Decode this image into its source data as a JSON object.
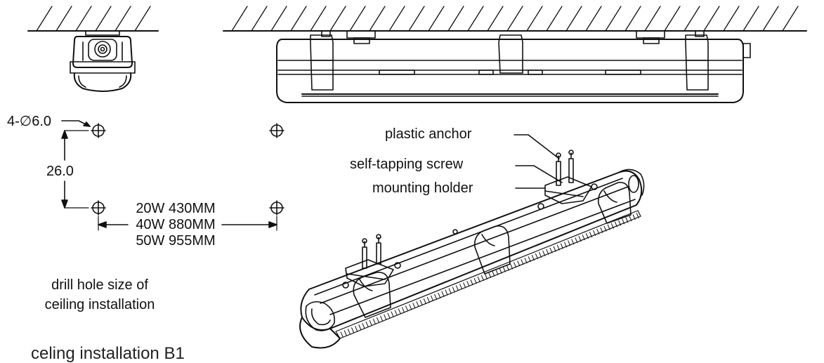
{
  "diagram": {
    "dims": {
      "hole_spec": "4-∅6.0",
      "vertical": "26.0",
      "spacing": [
        "20W 430MM",
        "40W 880MM",
        "50W 955MM"
      ]
    },
    "caption": [
      "drill hole size of",
      "ceiling installation"
    ],
    "parts": {
      "anchor": "plastic anchor",
      "screw": "self-tapping screw",
      "holder": "mounting holder"
    },
    "partial_title": "celing installation B1"
  }
}
